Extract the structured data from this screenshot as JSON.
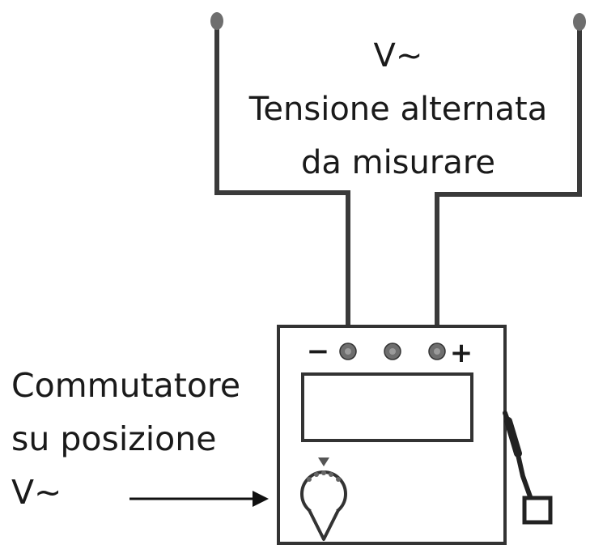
{
  "measured_quantity": {
    "symbol": "V~",
    "line1": "Tensione alternata",
    "line2": "da misurare"
  },
  "selector_note": {
    "line1": "Commutatore",
    "line2": "su posizione",
    "line3": "V~"
  },
  "terminals": {
    "negative": "−",
    "positive": "+"
  },
  "colors": {
    "wire": "#3a3a3a",
    "terminal": "#6e6e6e",
    "outline": "#333333"
  }
}
